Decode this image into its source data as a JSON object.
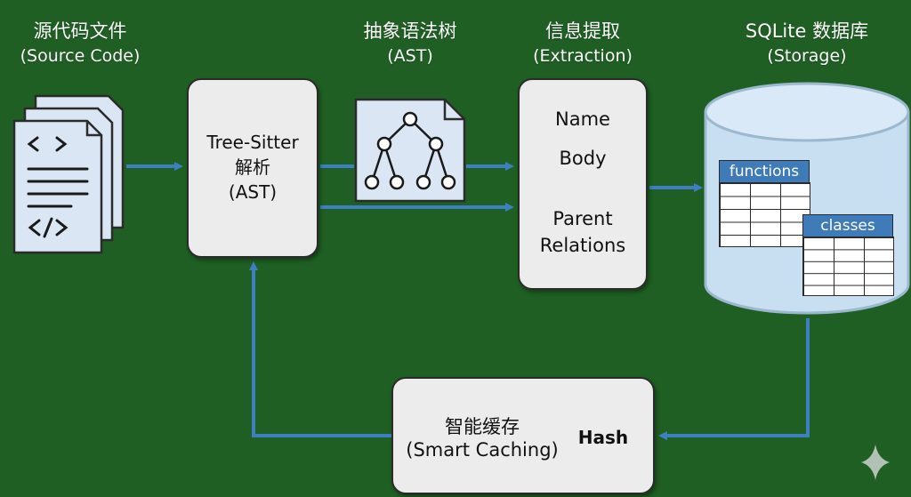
{
  "headers": {
    "source": {
      "title": "源代码文件",
      "subtitle": "(Source Code)"
    },
    "ast": {
      "title": "抽象语法树",
      "subtitle": "(AST)"
    },
    "extraction": {
      "title": "信息提取",
      "subtitle": "(Extraction)"
    },
    "storage": {
      "title": "SQLite 数据库",
      "subtitle": "(Storage)"
    }
  },
  "source_files": {
    "code_symbol_top": "< >",
    "code_symbol_bottom": "</>"
  },
  "parser": {
    "line1": "Tree-Sitter",
    "line2": "解析",
    "line3": "(AST)"
  },
  "extraction": {
    "name": "Name",
    "body": "Body",
    "parent_line1": "Parent",
    "parent_line2": "Relations"
  },
  "storage": {
    "table1": "functions",
    "table2": "classes"
  },
  "caching": {
    "title": "智能缓存",
    "subtitle": "(Smart Caching)",
    "hash_label": "Hash"
  },
  "colors": {
    "background": "#1f5f23",
    "arrow": "#3d7fc0",
    "box": "#ececec",
    "db": "#c8dff2"
  }
}
